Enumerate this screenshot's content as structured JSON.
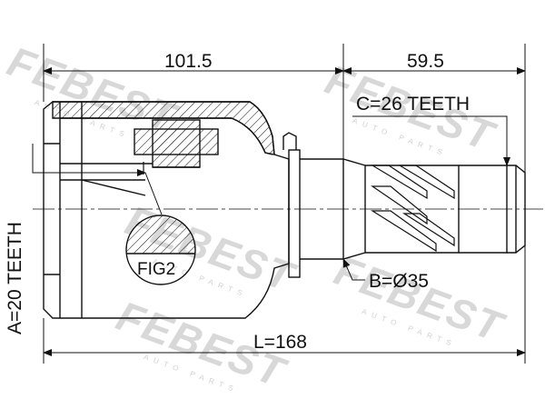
{
  "watermark": {
    "brand": "FEBEST",
    "tagline": "AUTO PARTS"
  },
  "dimensions": {
    "length_left": "101.5",
    "length_right": "59.5",
    "total_length": "L=168",
    "teeth_outer": "C=26 TEETH",
    "teeth_inner": "A=20 TEETH",
    "diameter": "B=Ø35"
  },
  "callouts": {
    "fig_label": "FIG2"
  },
  "colors": {
    "line": "#111111",
    "watermark": "#d8d8d8"
  }
}
